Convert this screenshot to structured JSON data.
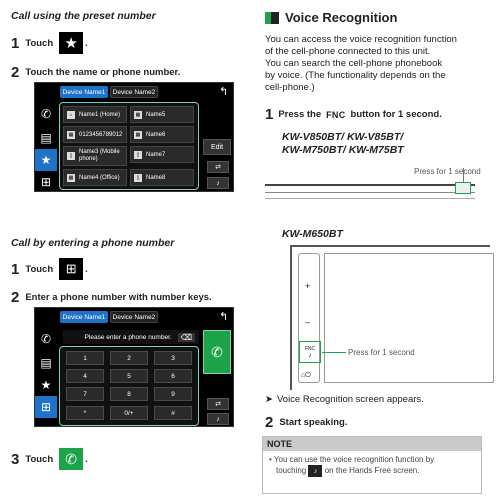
{
  "left": {
    "section1": {
      "heading": "Call using the preset number",
      "step1": {
        "num": "1",
        "text": "Touch",
        "icon": "star-icon"
      },
      "step2": {
        "num": "2",
        "text": "Touch the name or phone number."
      },
      "screen": {
        "tabs": [
          "Device Name1",
          "Device Name2"
        ],
        "items": [
          {
            "label": "Name1 (Home)",
            "icon": "home-icon"
          },
          {
            "label": "Name5",
            "icon": "office-icon"
          },
          {
            "label": "0123456789012",
            "icon": "office-icon"
          },
          {
            "label": "Name6",
            "icon": "office-icon"
          },
          {
            "label": "Name3 (Mobile phone)",
            "icon": "mobile-icon"
          },
          {
            "label": "Name7",
            "icon": "mobile-icon"
          },
          {
            "label": "Name4 (Office)",
            "icon": "office-icon"
          },
          {
            "label": "Name8",
            "icon": "mobile-icon"
          }
        ],
        "edit": "Edit"
      }
    },
    "section2": {
      "heading": "Call by entering a phone number",
      "step1": {
        "num": "1",
        "text": "Touch",
        "icon": "keypad-icon"
      },
      "step2": {
        "num": "2",
        "text": "Enter a phone number with number keys."
      },
      "screen": {
        "tabs": [
          "Device Name1",
          "Device Name2"
        ],
        "placeholder": "Please enter a phone number.",
        "keys": [
          "1",
          "2",
          "3",
          "4",
          "5",
          "6",
          "7",
          "8",
          "9",
          "*",
          "0/+",
          "#"
        ]
      },
      "step3": {
        "num": "3",
        "text": "Touch",
        "icon": "phone-icon"
      }
    }
  },
  "right": {
    "title": "Voice Recognition",
    "intro": [
      "You can access the voice recognition function",
      "of the cell-phone connected to this unit.",
      "You can search the cell-phone phonebook",
      "by voice. (The functionality depends on the",
      "cell-phone.)"
    ],
    "step1": {
      "num": "1",
      "text_pre": "Press the",
      "key": "FNC",
      "text_post": "button for 1 second."
    },
    "models1": [
      "KW-V850BT/ KW-V85BT/",
      "KW-M750BT/ KW-M75BT"
    ],
    "press_label": "Press for 1 second",
    "models2": "KW-M650BT",
    "device2": {
      "plus": "+",
      "minus": "–",
      "fnc": "FNC",
      "press_label": "Press for 1 second"
    },
    "result": "Voice Recognition screen appears.",
    "step2": {
      "num": "2",
      "text": "Start speaking."
    },
    "note": {
      "head": "NOTE",
      "lines": [
        "You can use the voice recognition function by",
        "touching",
        "on the Hands Free screen."
      ]
    }
  },
  "colors": {
    "accent_blue": "#1e73c8",
    "call_green": "#1da34a",
    "panel_outline": "#7fd0b5"
  }
}
